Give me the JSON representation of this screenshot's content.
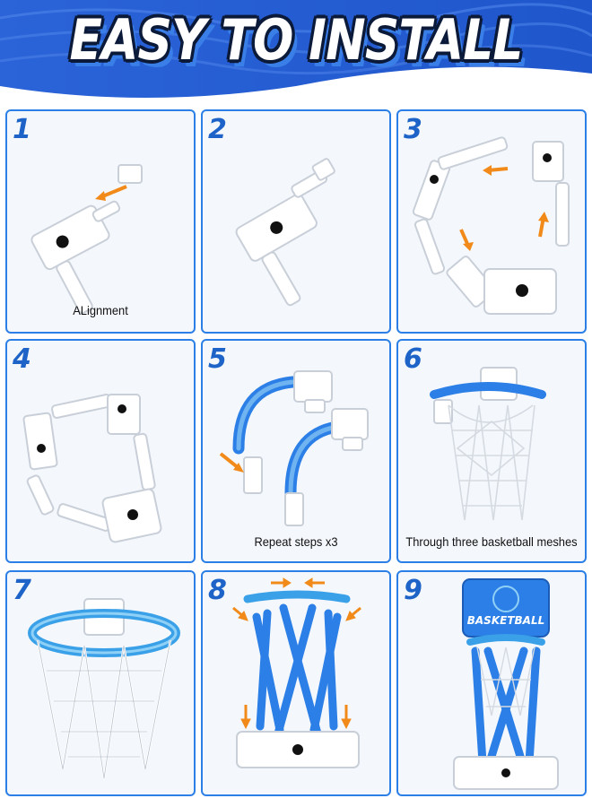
{
  "header": {
    "title": "EASY TO INSTALL"
  },
  "steps": [
    {
      "number": "1",
      "caption": "ALignment"
    },
    {
      "number": "2",
      "caption": ""
    },
    {
      "number": "3",
      "caption": ""
    },
    {
      "number": "4",
      "caption": ""
    },
    {
      "number": "5",
      "caption": "Repeat steps x3"
    },
    {
      "number": "6",
      "caption": "Through three basketball meshes"
    },
    {
      "number": "7",
      "caption": ""
    },
    {
      "number": "8",
      "caption": ""
    },
    {
      "number": "9",
      "caption": ""
    }
  ],
  "product_label": "BASKETBALL",
  "colors": {
    "accent_blue": "#2c7fe6",
    "number_blue": "#1e63c7",
    "arrow_orange": "#f28a1a",
    "hoop_blue": "#3aa0e8"
  }
}
